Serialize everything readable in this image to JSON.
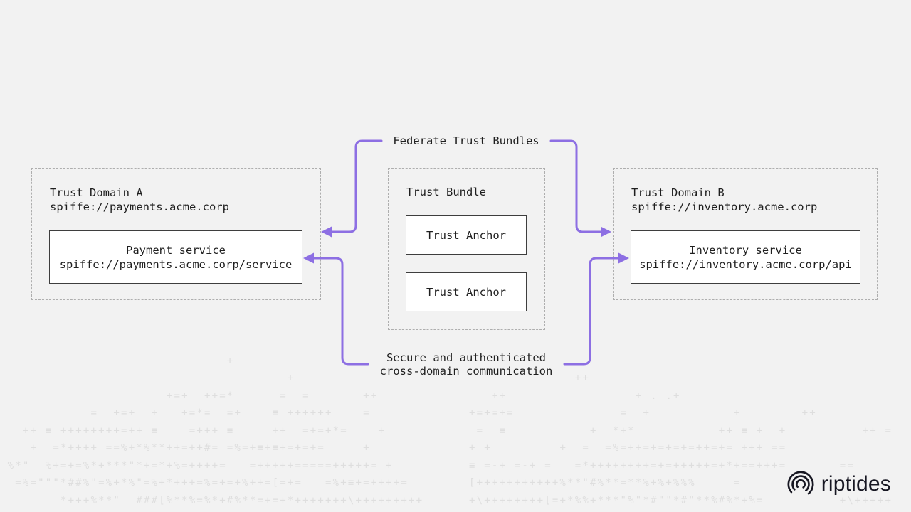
{
  "background": {
    "color": "#f2f2f2",
    "noise_color": "#dedede",
    "noise_rows": [
      "                              +",
      "                                      +                                     ++",
      "                      +=+  ++=*      =  =       ++               ++                 + . .+",
      "            =  +=+  +   +=*=  =+    ≡ ++++++    =             +=+=+=              =  +           +        ++",
      "   ++ ≡ ++++++++=++ ≡    =+++ ≡     ++  =+=+*=    +            =  ≡           +  *+*           ++ ≡ +  +          ++ =",
      "    +  =*++++ ==%+*%**++=++#= =%=+≡+≡+=+=+=     +             + +         +  =  =%=++=+=+=+=++=+= +++ ==",
      " %*\"  %+=+=%*+***\"*+=*+%=++++=   =+++++=====+++++= +          ≡ =-+ =-+ =   =*++++++++=+=+++++=+*+==+++=       ==",
      "  =%=\"\"\"*##%\"=%+*%\"=%+*+++=%=+=+%++=[=+=   =%+≡+=++++=        [+++++++++++%**\"#%**=**%+%+%%%     =",
      "        *+++%**\"  ###[%**%=%*+#%**=+=+*+++++++\\+++++++++      +\\++++++++[=+*%%+***\"%\"*#\"\"*#\"**%#%*+%=          +\\+++++"
    ]
  },
  "diagram": {
    "arrow_color": "#8d6fe3",
    "federate_label": "Federate Trust Bundles",
    "secure_label_line1": "Secure and authenticated",
    "secure_label_line2": "cross-domain communication",
    "domain_a": {
      "title": "Trust Domain A",
      "subtitle": "spiffe://payments.acme.corp",
      "service_name": "Payment service",
      "service_id": "spiffe://payments.acme.corp/service"
    },
    "trust_bundle": {
      "title": "Trust Bundle",
      "anchors": [
        "Trust Anchor",
        "Trust Anchor"
      ]
    },
    "domain_b": {
      "title": "Trust Domain B",
      "subtitle": "spiffe://inventory.acme.corp",
      "service_name": "Inventory service",
      "service_id": "spiffe://inventory.acme.corp/api"
    }
  },
  "branding": {
    "logo_text": "riptides",
    "logo_color": "#171722"
  }
}
